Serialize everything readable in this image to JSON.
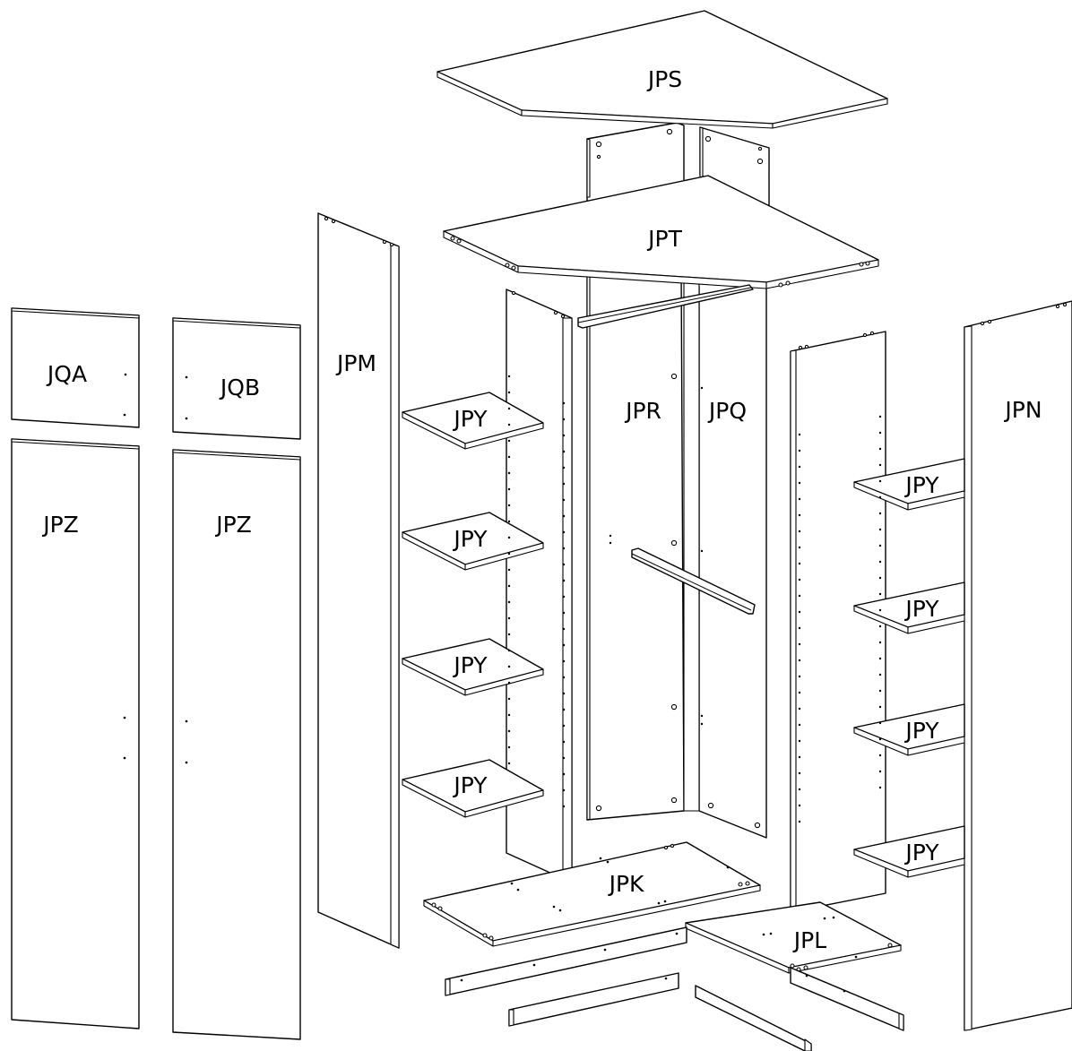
{
  "labels": {
    "jps": "JPS",
    "jpt": "JPT",
    "jpm": "JPM",
    "jqa": "JQA",
    "jqb": "JQB",
    "jpz_left": "JPZ",
    "jpz_right": "JPZ",
    "jpr": "JPR",
    "jpq": "JPQ",
    "jpn": "JPN",
    "jpk": "JPK",
    "jpl": "JPL",
    "jpy_left_1": "JPY",
    "jpy_left_2": "JPY",
    "jpy_left_3": "JPY",
    "jpy_left_4": "JPY",
    "jpy_right_1": "JPY",
    "jpy_right_2": "JPY",
    "jpy_right_3": "JPY",
    "jpy_right_4": "JPY"
  }
}
